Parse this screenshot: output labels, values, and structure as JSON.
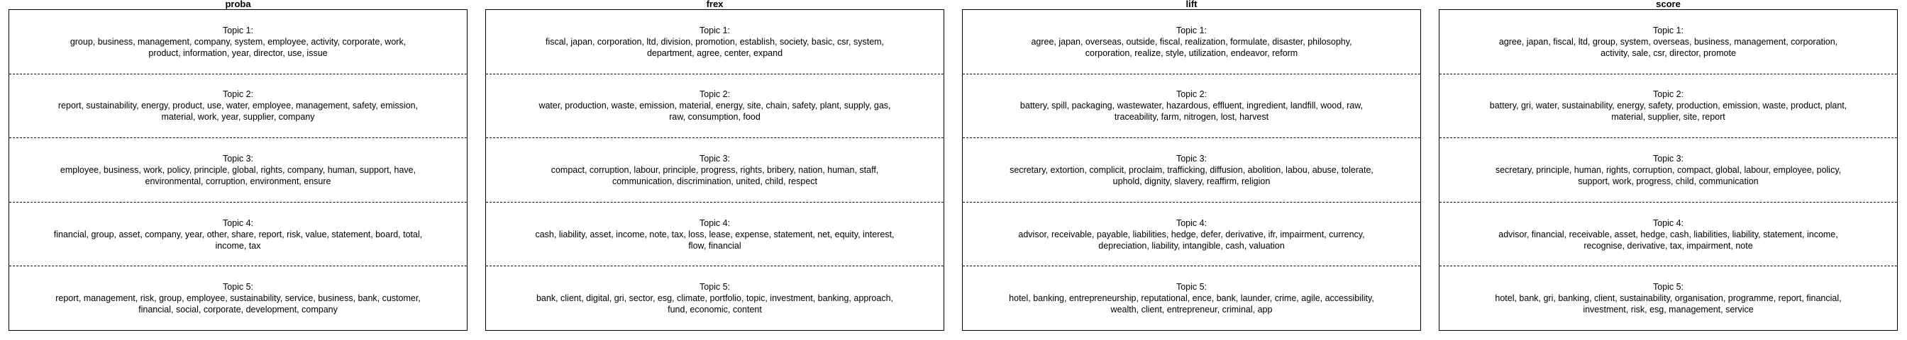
{
  "panels": [
    {
      "title": "proba",
      "topics": [
        {
          "label": "Topic 1:",
          "words": "group, business, management, company, system, employee, activity, corporate, work, product, information, year, director, use, issue"
        },
        {
          "label": "Topic 2:",
          "words": "report, sustainability, energy, product, use, water, employee, management, safety, emission, material, work, year, supplier, company"
        },
        {
          "label": "Topic 3:",
          "words": "employee, business, work, policy, principle, global, rights, company, human, support, have, environmental, corruption, environment, ensure"
        },
        {
          "label": "Topic 4:",
          "words": "financial, group, asset, company, year, other, share, report, risk, value, statement, board, total, income, tax"
        },
        {
          "label": "Topic 5:",
          "words": "report, management, risk, group, employee, sustainability, service, business, bank, customer, financial, social, corporate, development, company"
        }
      ]
    },
    {
      "title": "frex",
      "topics": [
        {
          "label": "Topic 1:",
          "words": "fiscal, japan, corporation, ltd, division, promotion, establish, society, basic, csr, system, department, agree, center, expand"
        },
        {
          "label": "Topic 2:",
          "words": "water, production, waste, emission, material, energy, site, chain, safety, plant, supply, gas, raw, consumption, food"
        },
        {
          "label": "Topic 3:",
          "words": "compact, corruption, labour, principle, progress, rights, bribery, nation, human, staff, communication, discrimination, united, child, respect"
        },
        {
          "label": "Topic 4:",
          "words": "cash, liability, asset, income, note, tax, loss, lease, expense, statement, net, equity, interest, flow, financial"
        },
        {
          "label": "Topic 5:",
          "words": "bank, client, digital, gri, sector, esg, climate, portfolio, topic, investment, banking, approach, fund, economic, content"
        }
      ]
    },
    {
      "title": "lift",
      "topics": [
        {
          "label": "Topic 1:",
          "words": "agree, japan, overseas, outside, fiscal, realization, formulate, disaster, philosophy, corporation, realize, style, utilization, endeavor, reform"
        },
        {
          "label": "Topic 2:",
          "words": "battery, spill, packaging, wastewater, hazardous, effluent, ingredient, landfill, wood, raw, traceability, farm, nitrogen, lost, harvest"
        },
        {
          "label": "Topic 3:",
          "words": "secretary, extortion, complicit, proclaim, trafficking, diffusion, abolition, labou, abuse, tolerate, uphold, dignity, slavery, reaffirm, religion"
        },
        {
          "label": "Topic 4:",
          "words": "advisor, receivable, payable, liabilities, hedge, defer, derivative, ifr, impairment, currency, depreciation, liability, intangible, cash, valuation"
        },
        {
          "label": "Topic 5:",
          "words": "hotel, banking, entrepreneurship, reputational, ence, bank, launder, crime, agile, accessibility, wealth, client, entrepreneur, criminal, app"
        }
      ]
    },
    {
      "title": "score",
      "topics": [
        {
          "label": "Topic 1:",
          "words": "agree, japan, fiscal, ltd, group, system, overseas, business, management, corporation, activity, sale, csr, director, promote"
        },
        {
          "label": "Topic 2:",
          "words": "battery, gri, water, sustainability, energy, safety, production, emission, waste, product, plant, material, supplier, site, report"
        },
        {
          "label": "Topic 3:",
          "words": "secretary, principle, human, rights, corruption, compact, global, labour, employee, policy, support, work, progress, child, communication"
        },
        {
          "label": "Topic 4:",
          "words": "advisor, financial, receivable, asset, hedge, cash, liabilities, liability, statement, income, recognise, derivative, tax, impairment, note"
        },
        {
          "label": "Topic 5:",
          "words": "hotel, bank, gri, banking, client, sustainability, organisation, programme, report, financial, investment, risk, esg, management, service"
        }
      ]
    }
  ]
}
